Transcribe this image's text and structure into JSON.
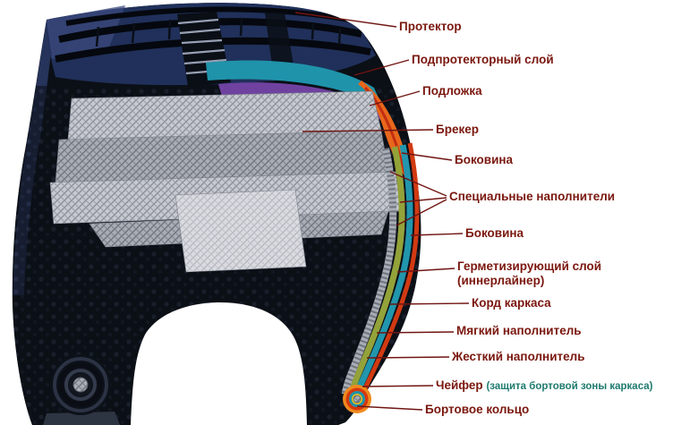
{
  "diagram": {
    "labels": [
      {
        "text": "Протектор"
      },
      {
        "text": "Подпротекторный слой"
      },
      {
        "text": "Подложка"
      },
      {
        "text": "Брекер"
      },
      {
        "text": "Боковина"
      },
      {
        "text": "Специальные наполнители"
      },
      {
        "text": "Боковина"
      },
      {
        "text": "Герметизирующий слой (иннерлайнер)"
      },
      {
        "text": "Корд каркаса"
      },
      {
        "text": "Мягкий наполнитель"
      },
      {
        "text": "Жесткий наполнитель"
      },
      {
        "text": "Чейфер",
        "note": "(защита бортовой зоны каркаса)"
      },
      {
        "text": "Бортовое кольцо"
      }
    ],
    "colors": {
      "label": "#7a170e",
      "chafer_note": "#1e7a6e",
      "tread_navy": "#20305a",
      "subtread_teal": "#1f93aa",
      "underlay_purple": "#6f42a0",
      "shoulder_orange": "#e8671c",
      "sealing_olive": "#93a239",
      "ply_gray": "#c3c6cd",
      "rubber_black": "#0b0f16"
    }
  }
}
